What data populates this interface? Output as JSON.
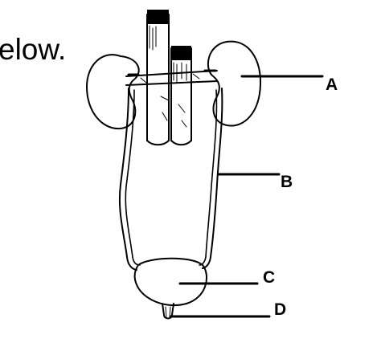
{
  "page_text": "elow.",
  "labels": {
    "a": "A",
    "b": "B",
    "c": "C",
    "d": "D"
  },
  "colors": {
    "ink": "#000000",
    "background": "#ffffff"
  }
}
